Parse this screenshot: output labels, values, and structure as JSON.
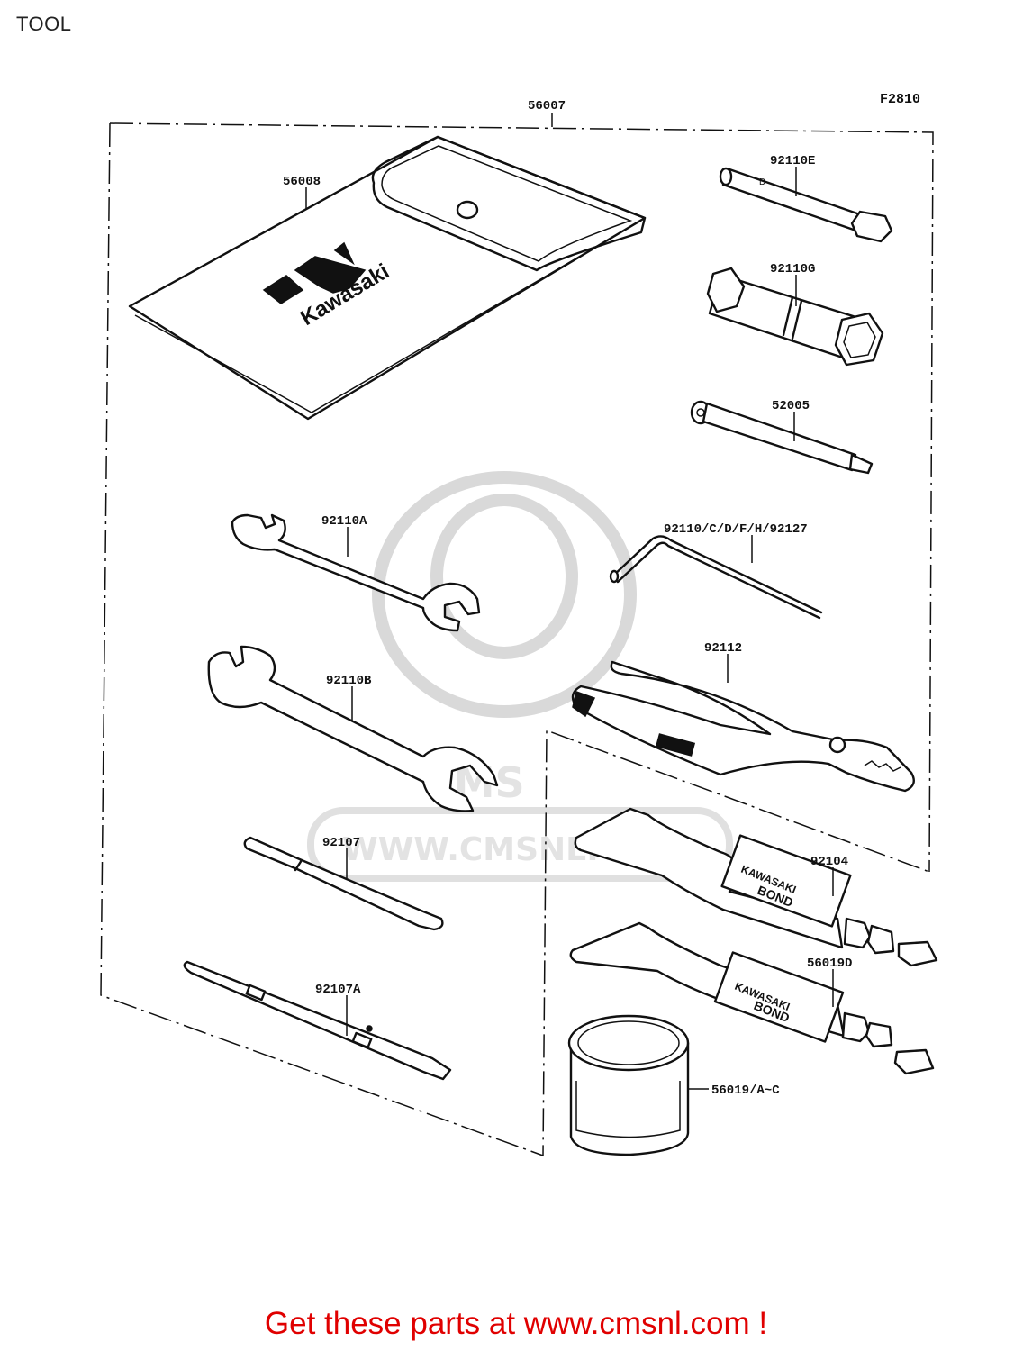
{
  "page": {
    "title": "TOOL",
    "figure_code": "F2810"
  },
  "callouts": {
    "kit": "56007",
    "pouch": "56008",
    "box_wrench_e": "92110E",
    "box_wrench_g": "92110G",
    "bit_driver": "52005",
    "wrench_a": "92110A",
    "hex_key": "92110/C/D/F/H/92127",
    "pliers": "92112",
    "wrench_b": "92110B",
    "screwdriver": "92107",
    "bond_tube_1": "92104",
    "bond_tube_2": "56019D",
    "screwdriver_handle": "92107A",
    "grease_can": "56019/A~C"
  },
  "labels": {
    "pouch_brand": "Kawasaki",
    "tube_brand_line1": "KAWASAKI",
    "tube_brand_line2": "BOND",
    "watermark_url": "WWW.CMSNL.COM",
    "watermark_logo": "CMS"
  },
  "footer": {
    "link_text": "Get these parts at www.cmsnl.com !"
  },
  "colors": {
    "line": "#111111",
    "footer_link": "#e00000",
    "watermark": "#d9d9d9"
  }
}
